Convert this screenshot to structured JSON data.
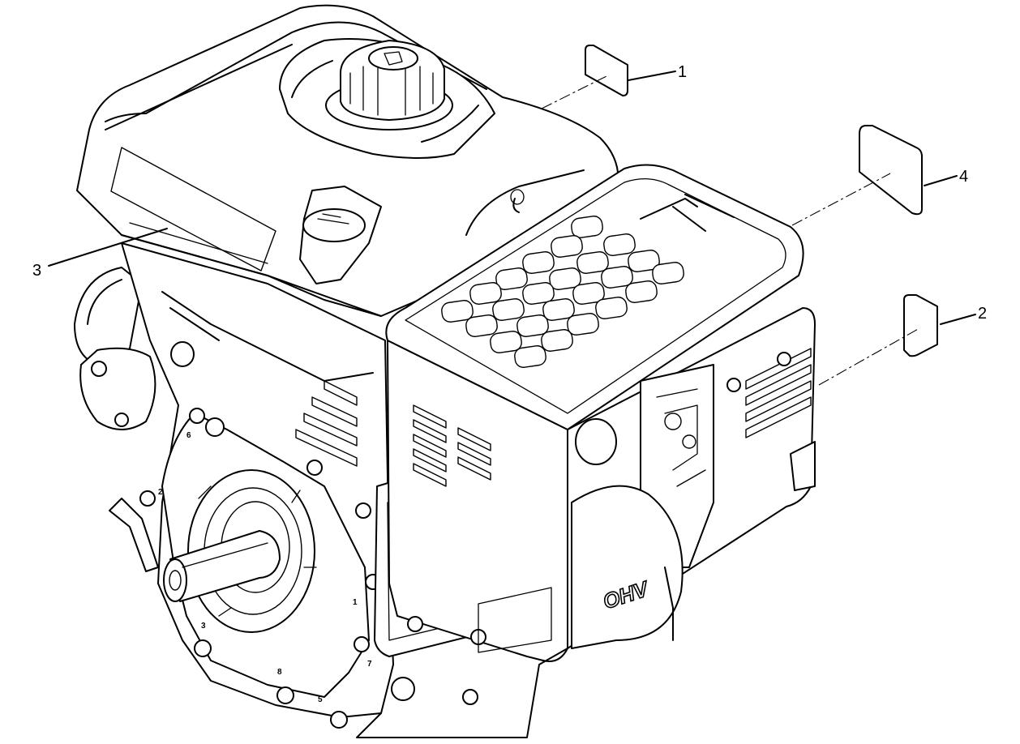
{
  "callouts": [
    {
      "id": "1",
      "label": "1"
    },
    {
      "id": "2",
      "label": "2"
    },
    {
      "id": "3",
      "label": "3"
    },
    {
      "id": "4",
      "label": "4"
    }
  ],
  "engine": {
    "cover_logo": "OHV",
    "bolt_marks": [
      "1",
      "2",
      "3",
      "5",
      "6",
      "7",
      "8"
    ]
  }
}
